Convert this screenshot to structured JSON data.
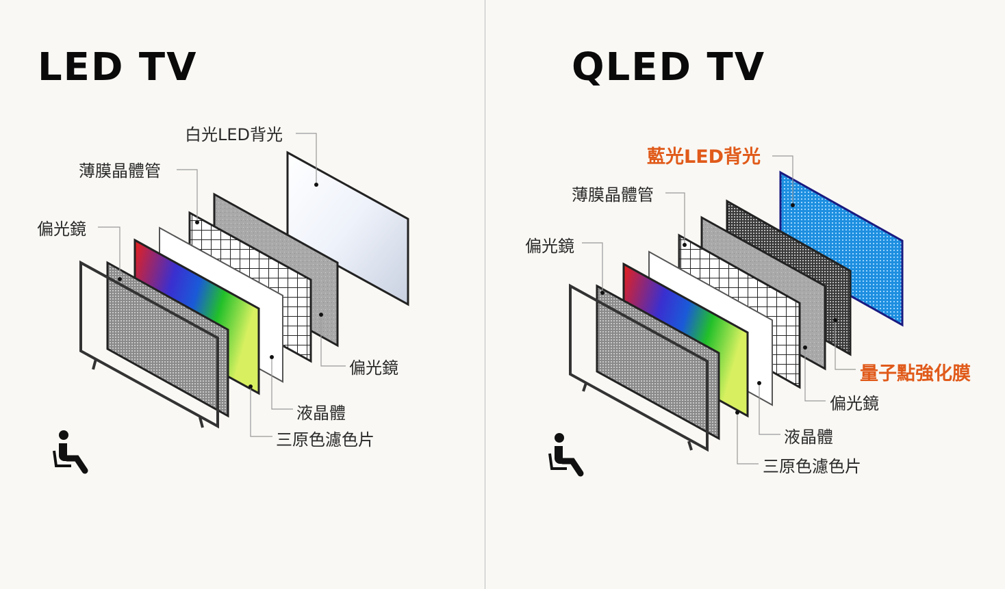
{
  "panels": [
    {
      "title": "LED TV",
      "labels": {
        "backlight": "白光LED背光",
        "tft": "薄膜晶體管",
        "front_polarizer": "偏光鏡",
        "rear_polarizer": "偏光鏡",
        "liquid_crystal": "液晶體",
        "color_filter": "三原色濾色片"
      }
    },
    {
      "title": "QLED TV",
      "labels": {
        "backlight": "藍光LED背光",
        "tft": "薄膜晶體管",
        "front_polarizer": "偏光鏡",
        "qd_film": "量子點強化膜",
        "rear_polarizer": "偏光鏡",
        "liquid_crystal": "液晶體",
        "color_filter": "三原色濾色片"
      }
    }
  ],
  "colors": {
    "highlight": "#e05a1a",
    "background": "#f9f8f4",
    "blue_backlight": "#2a9be0"
  },
  "icons": [
    "seated-viewer-icon",
    "seated-viewer-icon"
  ]
}
